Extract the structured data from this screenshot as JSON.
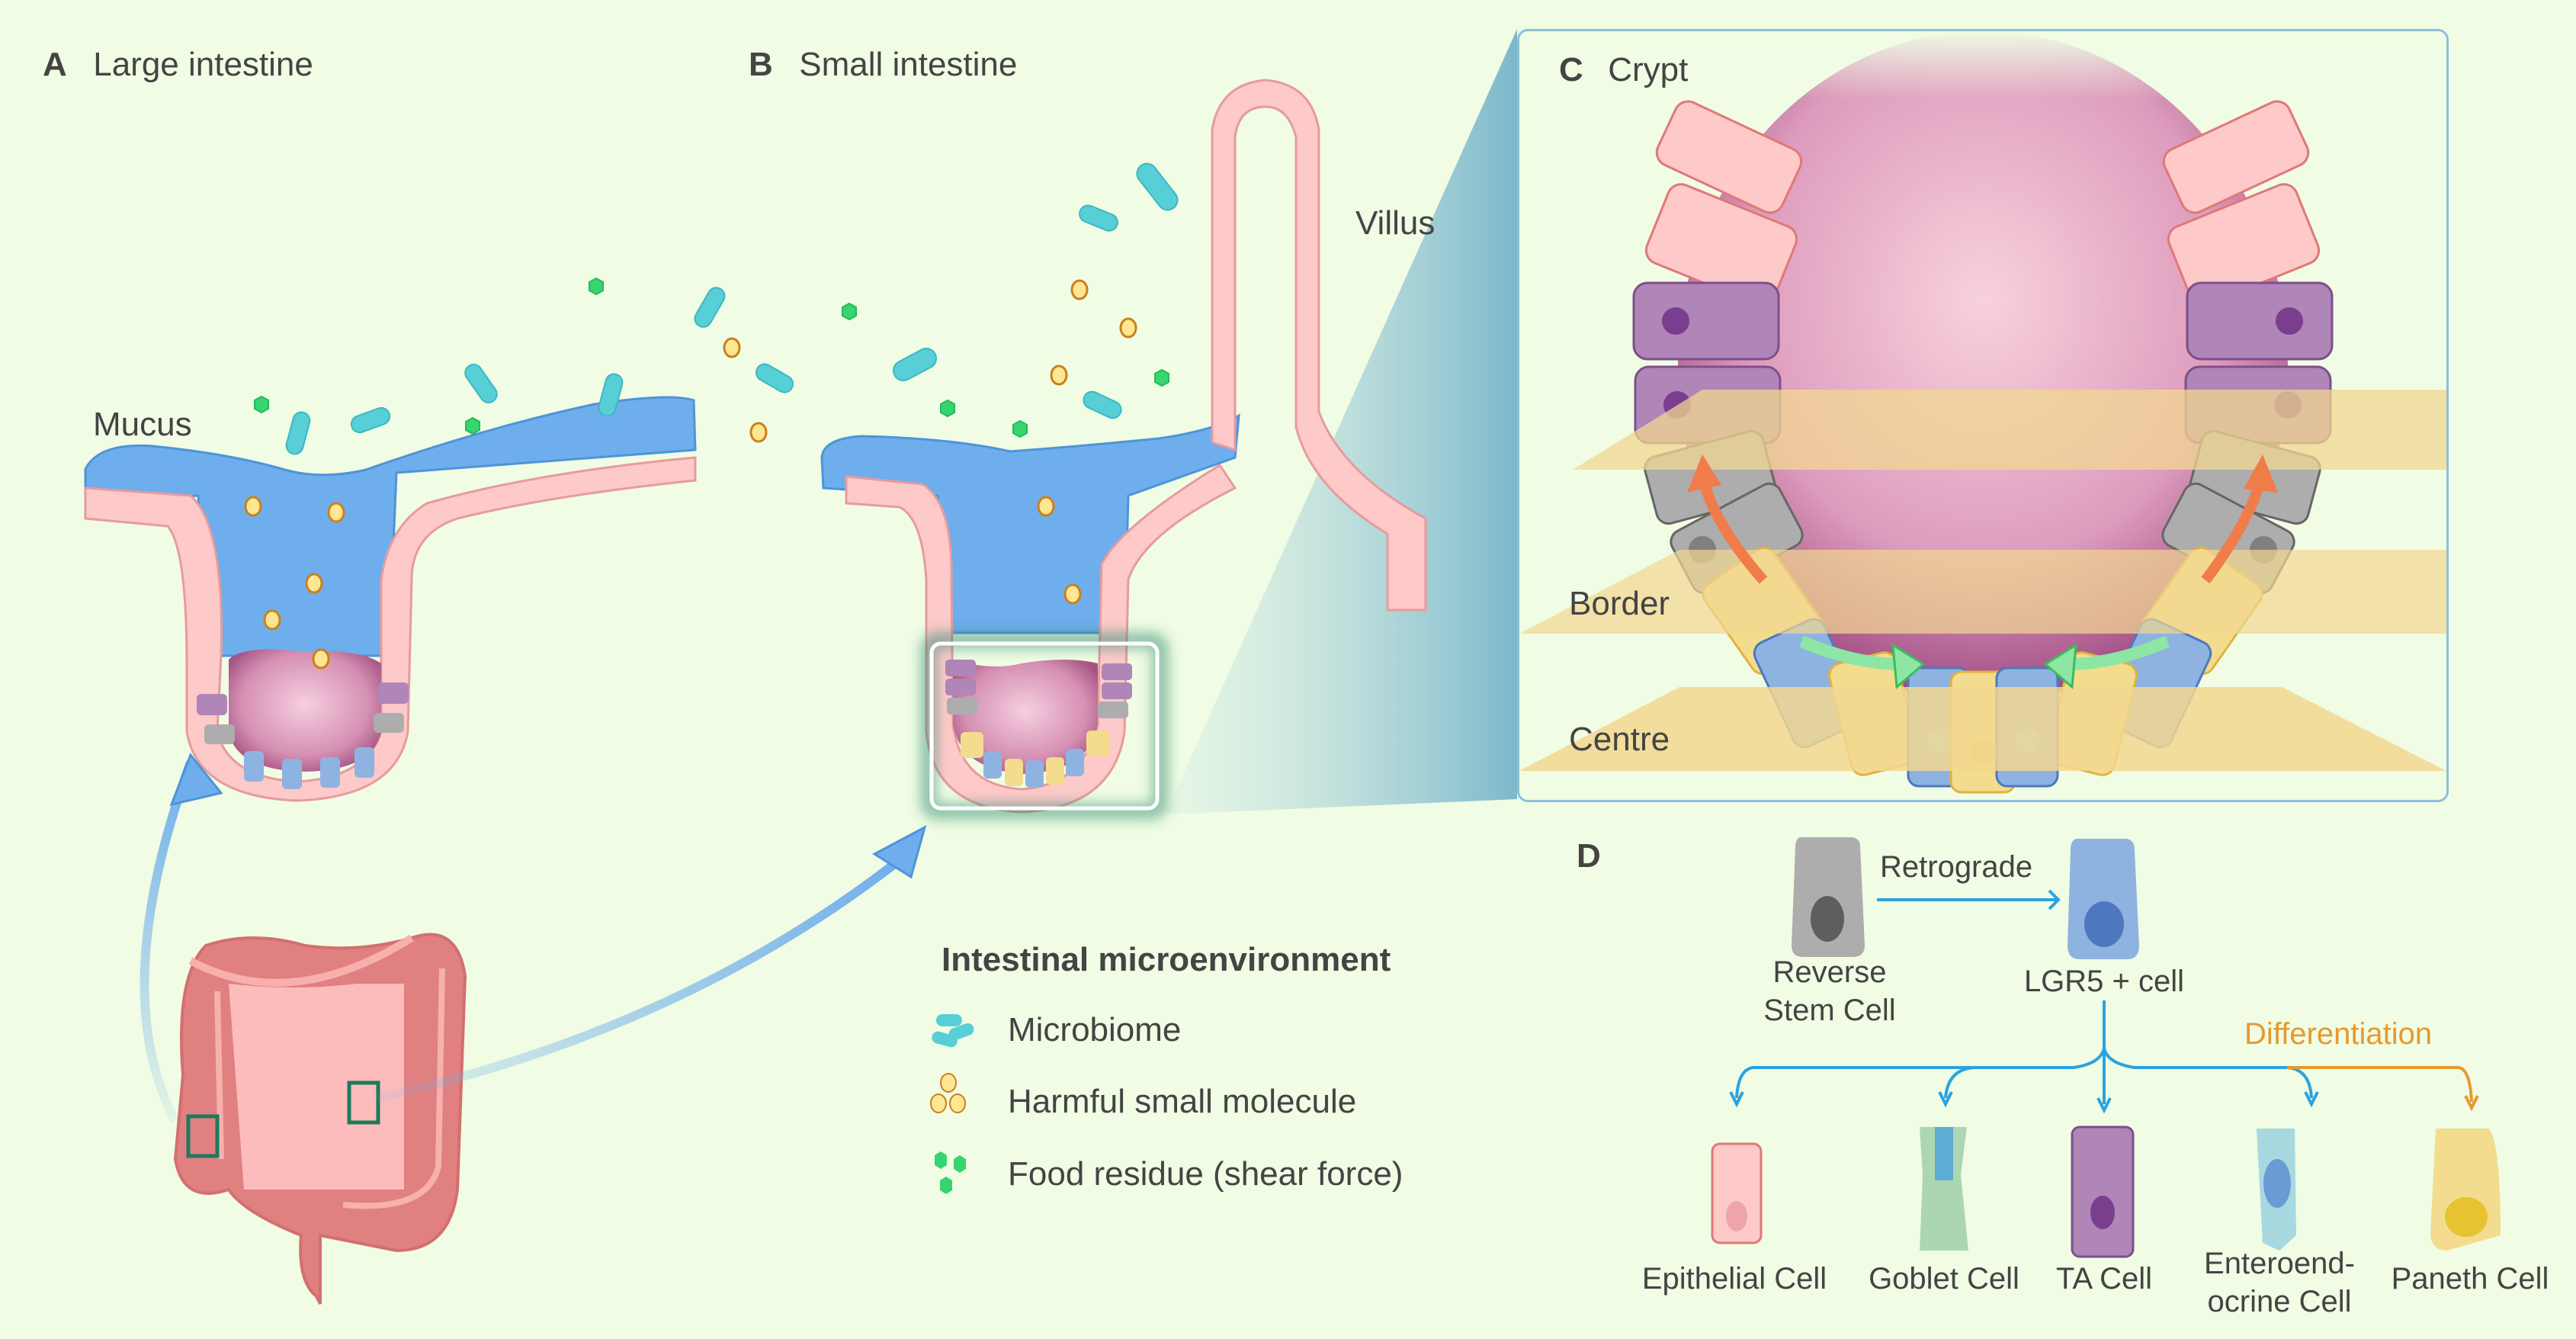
{
  "colors": {
    "background": "#f0fce4",
    "text": "#444444",
    "mucus": "#6faeec",
    "epithelium": "#fdc9c9",
    "nucleus_pink": "#eea4a8",
    "microbiome": "#58ced7",
    "harmful_molecule": "#ffe692",
    "food_residue": "#36d56f",
    "ta_cell": "#b085b8",
    "reverse_stem_cell": "#adadad",
    "lgr5_cell": "#8fb3e0",
    "paneth_cell": "#f3dc8d",
    "goblet_cell": "#acd6b2",
    "enteroendocrine_cell": "#a8d8e0",
    "arrow_blue": "#2aa3e0",
    "differentiation": "#e59a2e",
    "plane": "#f2d791",
    "lumen": "#d48fb0",
    "highlight_box": "#2a8a6e"
  },
  "panels": {
    "a": {
      "letter": "A",
      "title": "Large intestine",
      "mucus_label": "Mucus"
    },
    "b": {
      "letter": "B",
      "title": "Small intestine",
      "villus_label": "Villus"
    },
    "c": {
      "letter": "C",
      "title": "Crypt",
      "border_label": "Border",
      "centre_label": "Centre"
    },
    "d": {
      "letter": "D",
      "retrograde_label": "Retrograde",
      "reverse_stem_label_1": "Reverse",
      "reverse_stem_label_2": "Stem Cell",
      "lgr5_label": "LGR5 + cell",
      "differentiation_label": "Differentiation",
      "cells": [
        {
          "label_1": "Epithelial Cell",
          "label_2": ""
        },
        {
          "label_1": "Goblet Cell",
          "label_2": ""
        },
        {
          "label_1": "TA Cell",
          "label_2": ""
        },
        {
          "label_1": "Enteroend-",
          "label_2": "ocrine Cell"
        },
        {
          "label_1": "Paneth Cell",
          "label_2": ""
        }
      ]
    }
  },
  "legend": {
    "title": "Intestinal microenvironment",
    "items": [
      {
        "icon": "microbiome-icon",
        "label": "Microbiome"
      },
      {
        "icon": "harmful-molecule-icon",
        "label": "Harmful small molecule"
      },
      {
        "icon": "food-residue-icon",
        "label": "Food residue (shear force)"
      }
    ]
  }
}
